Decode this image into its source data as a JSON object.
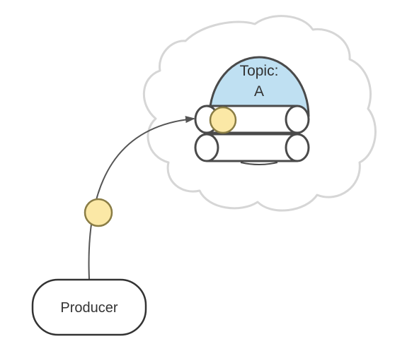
{
  "topic": {
    "line1": "Topic:",
    "line2": "A"
  },
  "producer": {
    "label": "Producer"
  },
  "colors": {
    "cloud_stroke": "#d6d6d6",
    "topic_fill": "#bfe0f2",
    "partition_stroke": "#4a4a4a",
    "message_fill": "#fbe8a6",
    "message_stroke": "#8a7d45",
    "arrow": "#555555",
    "producer_stroke": "#333333"
  }
}
